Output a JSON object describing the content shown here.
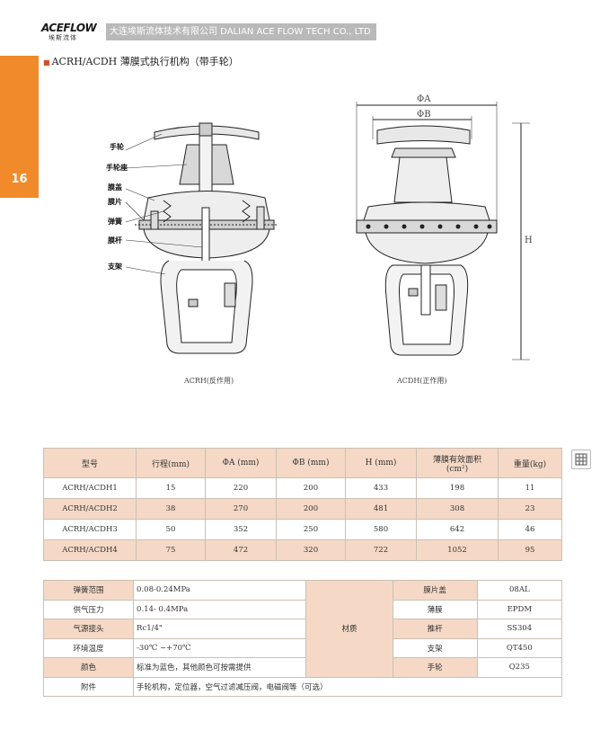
{
  "header": {
    "logo": "ACEFLOW",
    "logo_sub": "埃斯流体",
    "company": "大连埃斯流体技术有限公司 DALIAN ACE FLOW TECH CO., LTD"
  },
  "side_tab": {
    "title": "调节阀",
    "page_number": "16"
  },
  "section_title": "ACRH/ACDH 薄膜式执行机构（带手轮）",
  "drawing": {
    "callouts": [
      "手轮",
      "手轮座",
      "膜盖",
      "膜片",
      "弹簧",
      "膜杆",
      "支架"
    ],
    "caption_left": "ACRH(反作用)",
    "caption_right": "ACDH(正作用)",
    "dim_a": "ΦA",
    "dim_b": "ΦB",
    "dim_h": "H"
  },
  "table1": {
    "headers": [
      "型号",
      "行程(mm)",
      "ΦA (mm)",
      "ΦB (mm)",
      "H (mm)",
      "薄膜有效面积",
      "(cm²)",
      "重量(kg)"
    ],
    "rows": [
      [
        "ACRH/ACDH1",
        "15",
        "220",
        "200",
        "433",
        "198",
        "11"
      ],
      [
        "ACRH/ACDH2",
        "38",
        "270",
        "200",
        "481",
        "308",
        "23"
      ],
      [
        "ACRH/ACDH3",
        "50",
        "352",
        "250",
        "580",
        "642",
        "46"
      ],
      [
        "ACRH/ACDH4",
        "75",
        "472",
        "320",
        "722",
        "1052",
        "95"
      ]
    ]
  },
  "table2": {
    "rows": [
      {
        "label": "弹簧范围",
        "value": "0.08-0.24MPa",
        "mat_label": "膜片盖",
        "mat_value": "08AL"
      },
      {
        "label": "供气压力",
        "value": "0.14- 0.4MPa",
        "mat_label": "薄膜",
        "mat_value": "EPDM"
      },
      {
        "label": "气源接头",
        "value": "Rc1/4\"",
        "mat_label": "推杆",
        "mat_value": "SS304"
      },
      {
        "label": "环境温度",
        "value": "-30℃ ~+70℃",
        "mat_label": "支架",
        "mat_value": "QT450"
      },
      {
        "label": "颜色",
        "value": "标准为蓝色，其他颜色可按需提供",
        "mat_label": "手轮",
        "mat_value": "Q235"
      }
    ],
    "material_header": "材质",
    "accessory_label": "附件",
    "accessory_value": "手轮机构，定位器，空气过滤减压阀，电磁阀等（可选）"
  },
  "colors": {
    "accent": "#f08a2a",
    "table_fill": "#f5d9c6",
    "header_bar": "#b9b9b9"
  },
  "icons": [
    "grid-icon"
  ]
}
